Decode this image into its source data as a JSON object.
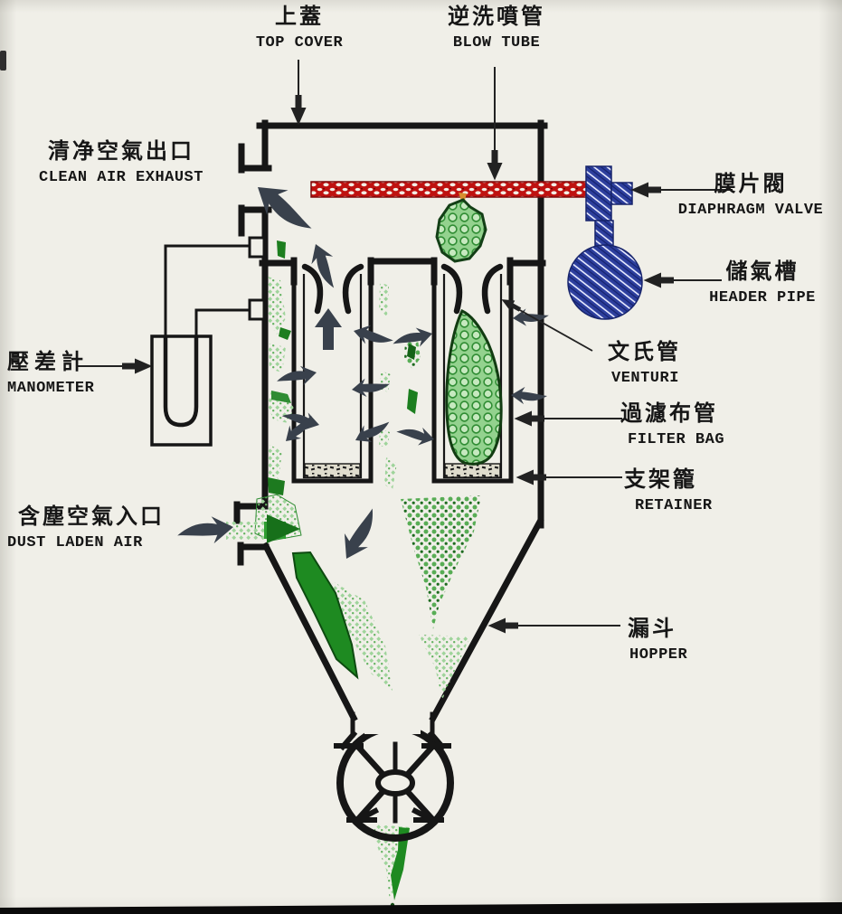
{
  "figure": {
    "kind": "baghouse dust collector schematic",
    "language": "zh-TW + en"
  },
  "labels": {
    "top_cover": {
      "zh": "上蓋",
      "en": "TOP COVER"
    },
    "blow_tube": {
      "zh": "逆洗噴管",
      "en": "BLOW TUBE"
    },
    "clean_air": {
      "zh": "清净空氣出口",
      "en": "CLEAN AIR EXHAUST"
    },
    "diaphragm_valve": {
      "zh": "膜片閥",
      "en": "DIAPHRAGM VALVE"
    },
    "header_pipe": {
      "zh": "儲氣槽",
      "en": "HEADER PIPE"
    },
    "manometer": {
      "zh": "壓差計",
      "en": "MANOMETER"
    },
    "venturi": {
      "zh": "文氏管",
      "en": "VENTURI"
    },
    "filter_bag": {
      "zh": "過濾布管",
      "en": "FILTER BAG"
    },
    "retainer": {
      "zh": "支架籠",
      "en": "RETAINER"
    },
    "dust_laden_air": {
      "zh": "含塵空氣入口",
      "en": "DUST LADEN AIR"
    },
    "hopper": {
      "zh": "漏斗",
      "en": "HOPPER"
    }
  },
  "colors": {
    "paper": "#f0efe8",
    "line_black": "#161616",
    "arrow_slate": "#39414c",
    "blow_tube_red": "#bf1210",
    "pneumatic_blue": "#2d3f9e",
    "dust_green_light": "#a5d79f",
    "dust_green_mid": "#4faf4c",
    "dust_green_dark": "#1c7e1f",
    "spark_orange": "#d78e2f"
  }
}
